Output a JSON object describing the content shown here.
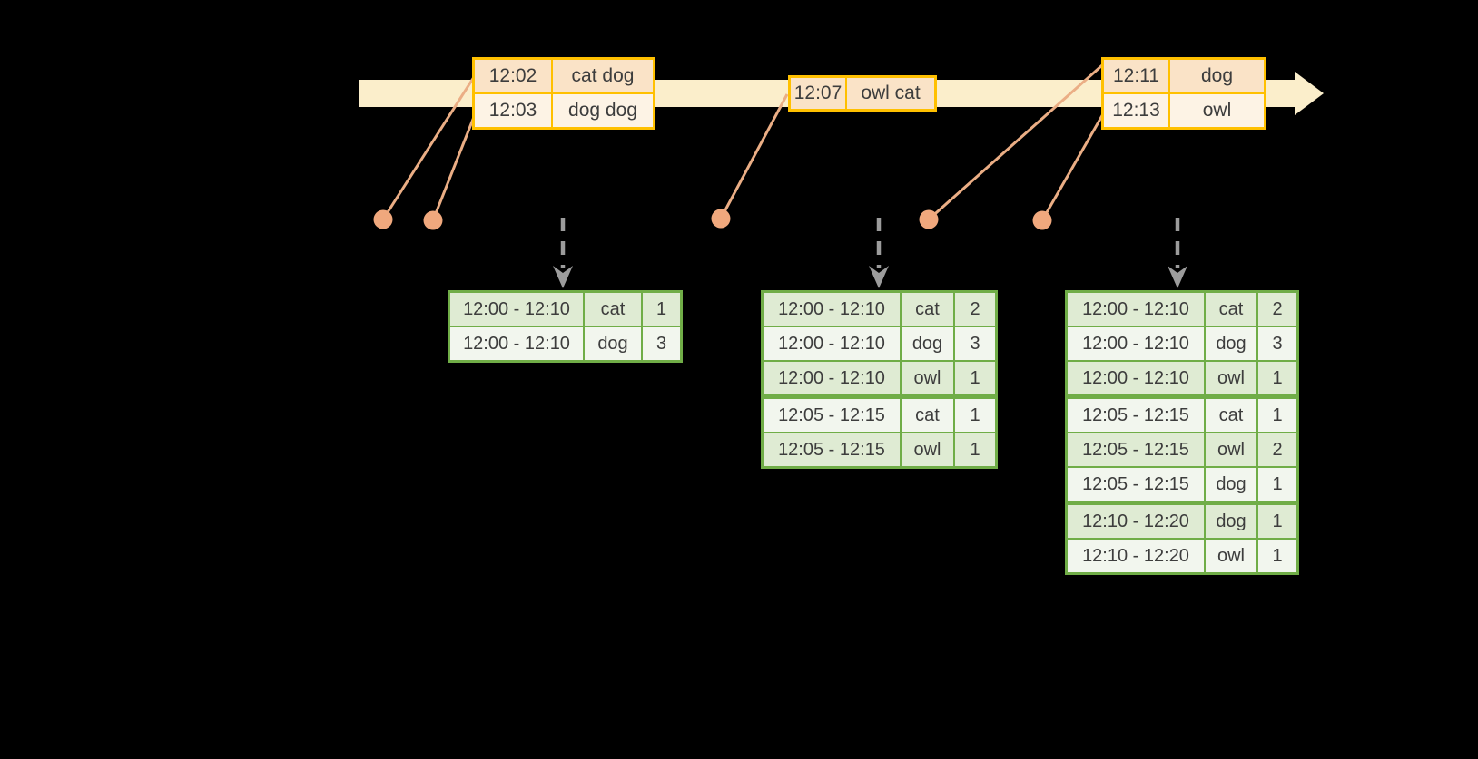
{
  "diagram_title": "sliding-window word-count stream diagram",
  "colors": {
    "background": "#000000",
    "timeline_fill": "#FBEECB",
    "event_table_border": "#FFC000",
    "event_row_dark": "#FAE3C7",
    "event_row_light": "#FDF3E5",
    "marker_dot": "#F0A87D",
    "connector_line": "#EBAE85",
    "result_table_border": "#70AD47",
    "result_row_dark": "#DFEBD3",
    "result_row_light": "#F2F6EE",
    "trigger_arrow": "#9C9C9C",
    "text": "#3D3D3D"
  },
  "icons": {
    "timeline_arrow": "right-arrow",
    "event_marker": "filled-dot",
    "trigger": "dashed-down-arrow"
  },
  "event_tables": [
    {
      "rows": [
        [
          "12:02",
          "cat dog"
        ],
        [
          "12:03",
          "dog dog"
        ]
      ]
    },
    {
      "rows": [
        [
          "12:07",
          "owl cat"
        ]
      ]
    },
    {
      "rows": [
        [
          "12:11",
          "dog"
        ],
        [
          "12:13",
          "owl"
        ]
      ]
    }
  ],
  "result_tables": [
    {
      "rows": [
        [
          "12:00 - 12:10",
          "cat",
          "1"
        ],
        [
          "12:00 - 12:10",
          "dog",
          "3"
        ]
      ],
      "group_starts": []
    },
    {
      "rows": [
        [
          "12:00 - 12:10",
          "cat",
          "2"
        ],
        [
          "12:00 - 12:10",
          "dog",
          "3"
        ],
        [
          "12:00 - 12:10",
          "owl",
          "1"
        ],
        [
          "12:05 - 12:15",
          "cat",
          "1"
        ],
        [
          "12:05 - 12:15",
          "owl",
          "1"
        ]
      ],
      "group_starts": [
        3
      ]
    },
    {
      "rows": [
        [
          "12:00 - 12:10",
          "cat",
          "2"
        ],
        [
          "12:00 - 12:10",
          "dog",
          "3"
        ],
        [
          "12:00 - 12:10",
          "owl",
          "1"
        ],
        [
          "12:05 - 12:15",
          "cat",
          "1"
        ],
        [
          "12:05 - 12:15",
          "owl",
          "2"
        ],
        [
          "12:05 - 12:15",
          "dog",
          "1"
        ],
        [
          "12:10 - 12:20",
          "dog",
          "1"
        ],
        [
          "12:10 - 12:20",
          "owl",
          "1"
        ]
      ],
      "group_starts": [
        3,
        6
      ]
    }
  ]
}
